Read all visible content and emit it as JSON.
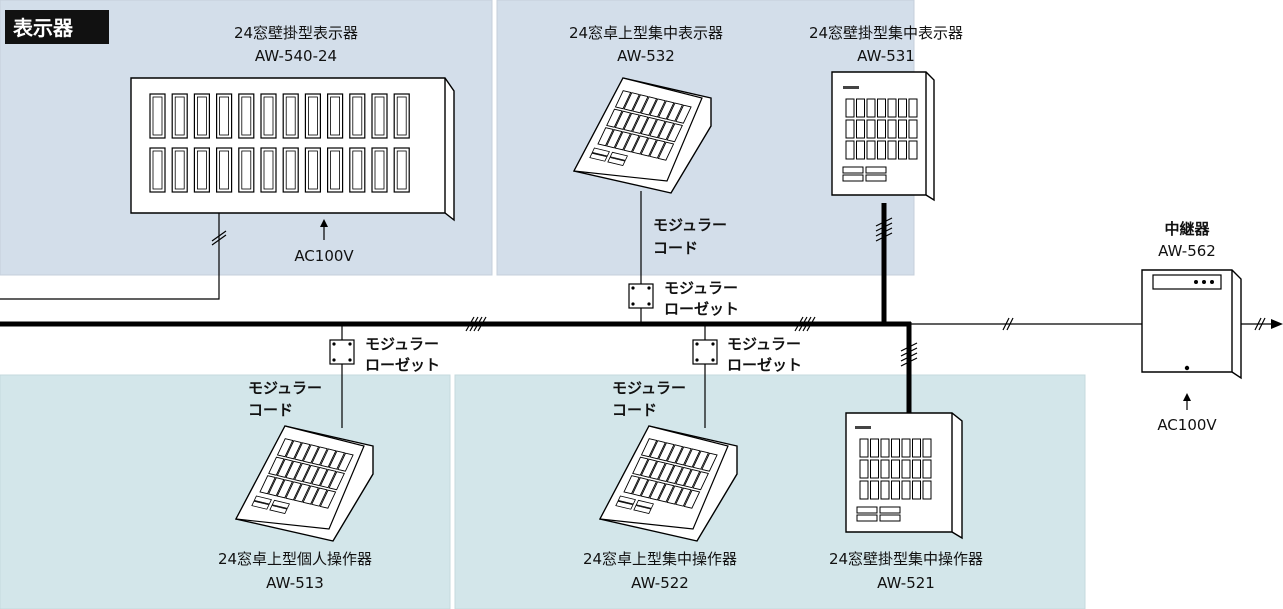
{
  "section_badge": "表示器",
  "devices": {
    "wall_display": {
      "name": "24窓壁掛型表示器",
      "model": "AW-540-24"
    },
    "desk_central_display": {
      "name": "24窓卓上型集中表示器",
      "model": "AW-532"
    },
    "wall_central_display": {
      "name": "24窓壁掛型集中表示器",
      "model": "AW-531"
    },
    "repeater": {
      "name": "中継器",
      "model": "AW-562"
    },
    "desk_personal_operator": {
      "name": "24窓卓上型個人操作器",
      "model": "AW-513"
    },
    "desk_central_operator": {
      "name": "24窓卓上型集中操作器",
      "model": "AW-522"
    },
    "wall_central_operator": {
      "name": "24窓壁掛型集中操作器",
      "model": "AW-521"
    }
  },
  "labels": {
    "power": "AC100V",
    "modular_cord_1": "モジュラー",
    "modular_cord_2": "コード",
    "modular_rosette_1": "モジュラー",
    "modular_rosette_2": "ローゼット"
  },
  "colors": {
    "top_panel": "#d3deea",
    "bottom_panel": "#d3e6ea",
    "badge": "#111111",
    "bus_line": "#000000"
  }
}
